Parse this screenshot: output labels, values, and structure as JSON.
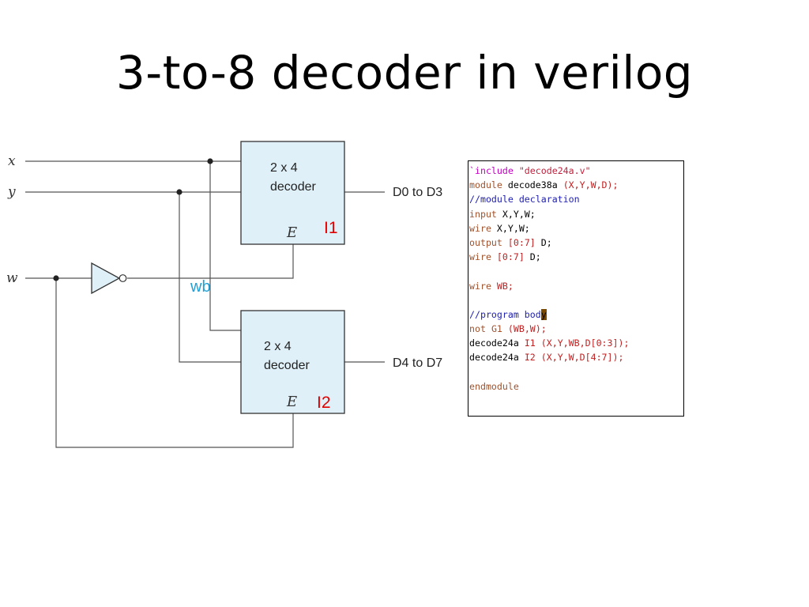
{
  "slide": {
    "title": "3-to-8 decoder in verilog"
  },
  "diagram": {
    "inputs": {
      "x": "x",
      "y": "y",
      "w": "w"
    },
    "wire_label": "wb",
    "decoder_top": {
      "line1": "2 x 4",
      "line2": "decoder",
      "enable": "E",
      "instance": "I1",
      "output": "D0 to D3"
    },
    "decoder_bottom": {
      "line1": "2 x 4",
      "line2": "decoder",
      "enable": "E",
      "instance": "I2",
      "output": "D4 to D7"
    },
    "colors": {
      "box_fill": "#dff0f8",
      "wire": "#555555",
      "instance_label": "#e00000",
      "wire_label": "#1e9fd6"
    }
  },
  "code": {
    "line1": {
      "kw": "`include",
      "str": "\"decode24a.v\""
    },
    "line2": {
      "kw": "module",
      "name": "decode38a",
      "args": "(X,Y,W,D);"
    },
    "line3": {
      "comment": "//module declaration"
    },
    "line4": {
      "kw": "input",
      "rest": "X,Y,W;"
    },
    "line5": {
      "kw": "wire",
      "rest": "X,Y,W;"
    },
    "line6": {
      "kw": "output",
      "range": "[0:7]",
      "rest": "D;"
    },
    "line7": {
      "kw": "wire",
      "range": "[0:7]",
      "rest": "D;"
    },
    "line9": {
      "kw": "wire",
      "rest": "WB;"
    },
    "line11": {
      "comment": "//program bod",
      "cursor": "y"
    },
    "line12": {
      "kw": "not",
      "name": "G1",
      "args": "(WB,W);"
    },
    "line13": {
      "mod": "decode24a",
      "inst": "I1",
      "args": "(X,Y,WB,D[0:3]);"
    },
    "line14": {
      "mod": "decode24a",
      "inst": "I2",
      "args": "(X,Y,W,D[4:7]);"
    },
    "line16": {
      "kw": "endmodule"
    }
  }
}
